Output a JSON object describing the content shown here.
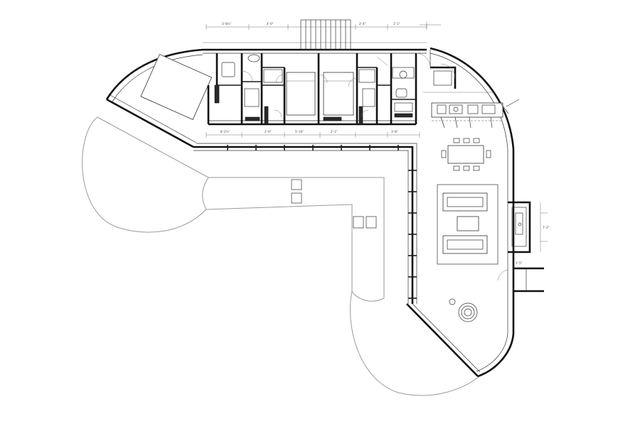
{
  "figure": {
    "kind": "architectural floor plan",
    "colors": {
      "ink": "#111111",
      "line": "#333333",
      "ground": "#9a9a9a",
      "background": "#ffffff"
    }
  },
  "dimension_labels": [
    "3'-8½\"",
    "4'-0\"",
    "2'-4\"",
    "1'-1\"",
    "8'-2½\"",
    "2'-0\"",
    "5'-10\"",
    "2'-1\"",
    "3'-8\"",
    "7'-2\"",
    "1'-5\""
  ]
}
